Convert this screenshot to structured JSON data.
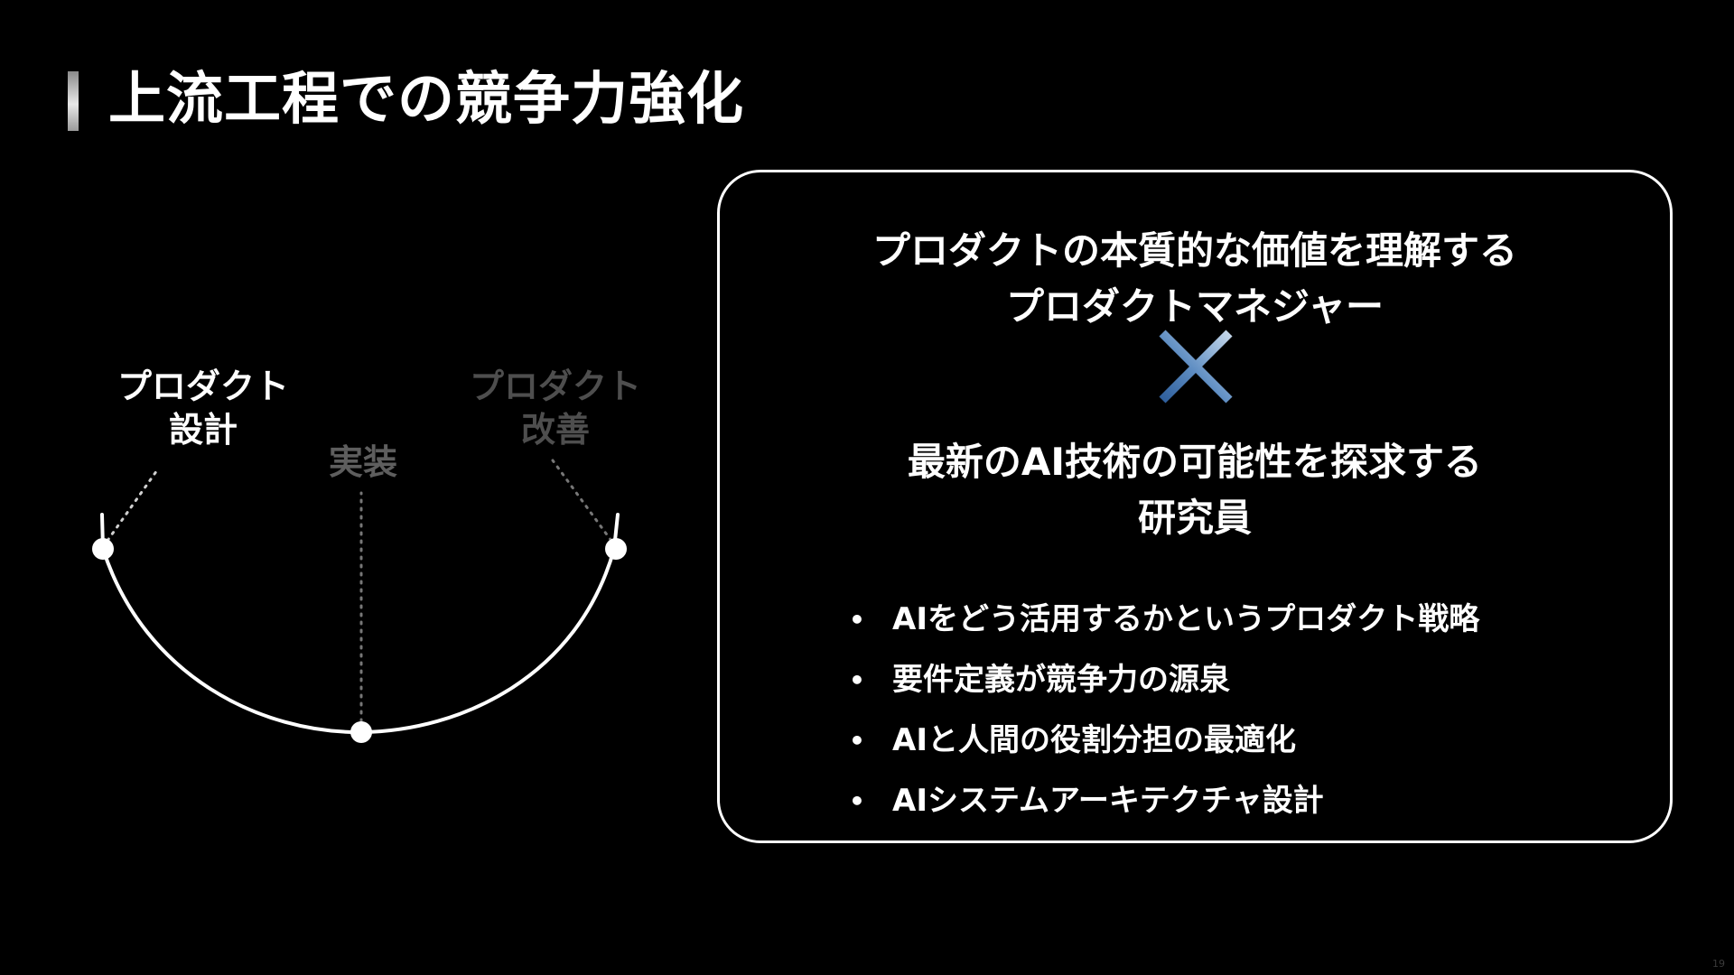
{
  "slide": {
    "title": "上流工程での競争力強化",
    "page_number": "19"
  },
  "process_curve": {
    "stages": [
      {
        "label": "プロダクト\n設計",
        "emphasis": "active"
      },
      {
        "label": "実装",
        "emphasis": "muted"
      },
      {
        "label": "プロダクト\n改善",
        "emphasis": "muted"
      }
    ]
  },
  "card": {
    "heading_1": "プロダクトの本質的な価値を理解する\nプロダクトマネジャー",
    "cross_icon": "cross-icon",
    "heading_2": "最新のAI技術の可能性を探求する\n研究員",
    "bullet_glyph": "•",
    "points": [
      "AIをどう活用するかというプロダクト戦略",
      "要件定義が競争力の源泉",
      "AIと人間の役割分担の最適化",
      "AIシステムアーキテクチャ設計"
    ]
  },
  "colors": {
    "background": "#000000",
    "foreground": "#ffffff",
    "muted_label": "#5e5e5e",
    "cross_blue_dark": "#2f5f9c",
    "cross_blue_light": "#b7cee6"
  }
}
